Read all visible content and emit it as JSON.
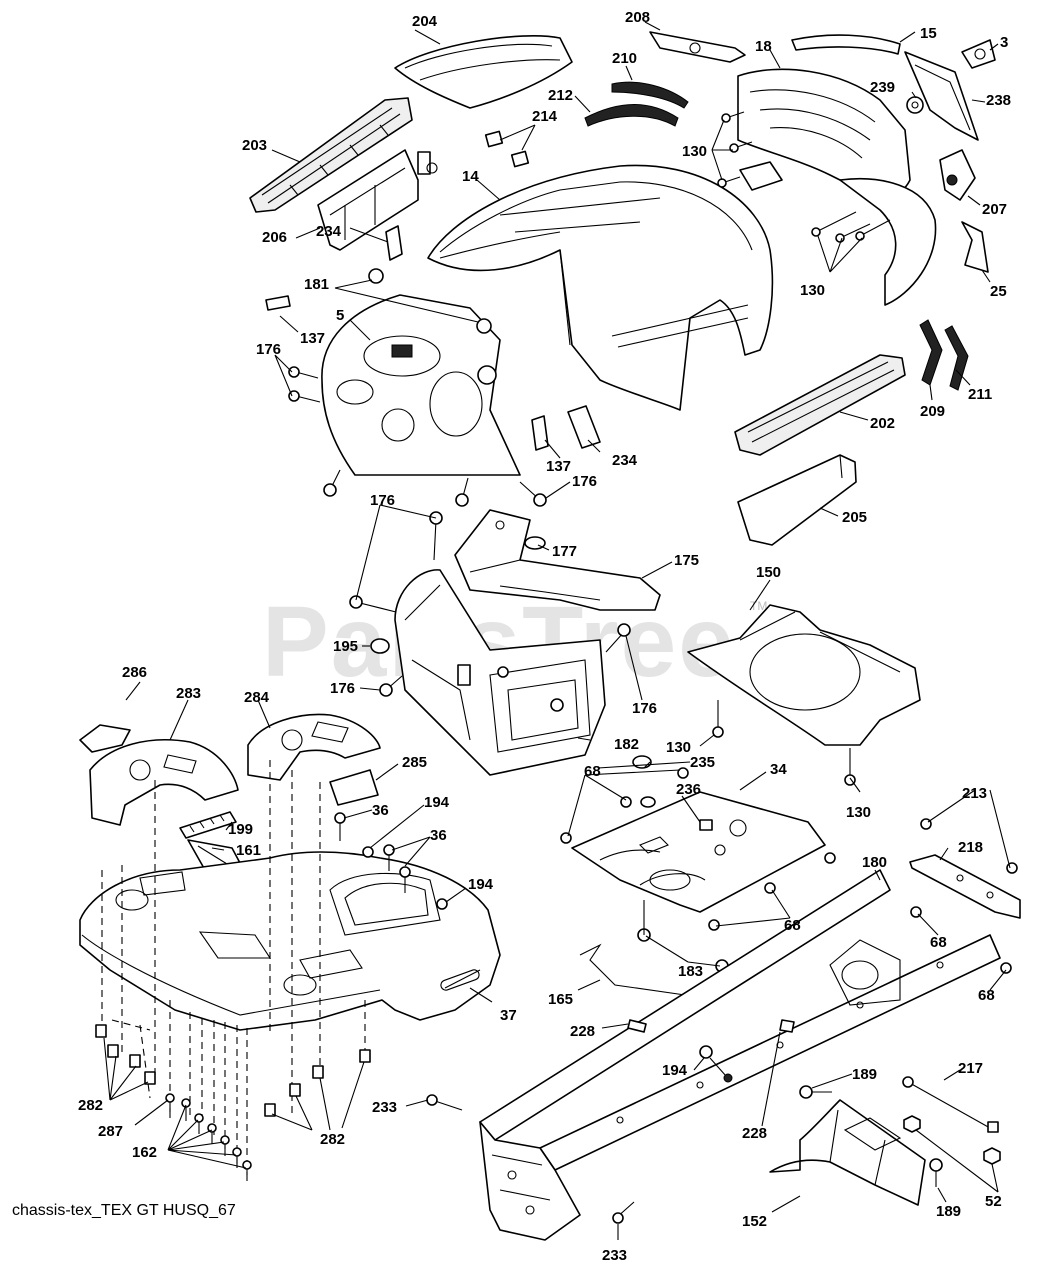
{
  "caption": "chassis-tex_TEX GT HUSQ_67",
  "watermark": {
    "text": "PartsTree",
    "trademark": "TM",
    "color": "#cfcfcf"
  },
  "callouts": {
    "c204": "204",
    "c208": "208",
    "c15": "15",
    "c3": "3",
    "c210": "210",
    "c18": "18",
    "c239": "239",
    "c212": "212",
    "c238": "238",
    "c214": "214",
    "c203": "203",
    "c130a": "130",
    "c14": "14",
    "c207": "207",
    "c206": "206",
    "c234a": "234",
    "c130b": "130",
    "c25": "25",
    "c181": "181",
    "c137a": "137",
    "c5": "5",
    "c176a": "176",
    "c211": "211",
    "c209": "209",
    "c202": "202",
    "c137b": "137",
    "c234b": "234",
    "c176b": "176",
    "c176c": "176",
    "c205": "205",
    "c177": "177",
    "c175": "175",
    "c150": "150",
    "c195": "195",
    "c176d": "176",
    "c176e": "176",
    "c286": "286",
    "c283": "283",
    "c284": "284",
    "c182": "182",
    "c130c": "130",
    "c285": "285",
    "c235": "235",
    "c68a": "68",
    "c34": "34",
    "c236": "236",
    "c36a": "36",
    "c194a": "194",
    "c130d": "130",
    "c199": "199",
    "c36b": "36",
    "c213": "213",
    "c161": "161",
    "c218": "218",
    "c180": "180",
    "c194b": "194",
    "c68b": "68",
    "c68c": "68",
    "c183": "183",
    "c165": "165",
    "c68d": "68",
    "c37": "37",
    "c228a": "228",
    "c194c": "194",
    "c217": "217",
    "c282a": "282",
    "c189a": "189",
    "c287": "287",
    "c233a": "233",
    "c228b": "228",
    "c282b": "282",
    "c162": "162",
    "c52": "52",
    "c152": "152",
    "c189b": "189",
    "c233b": "233"
  }
}
